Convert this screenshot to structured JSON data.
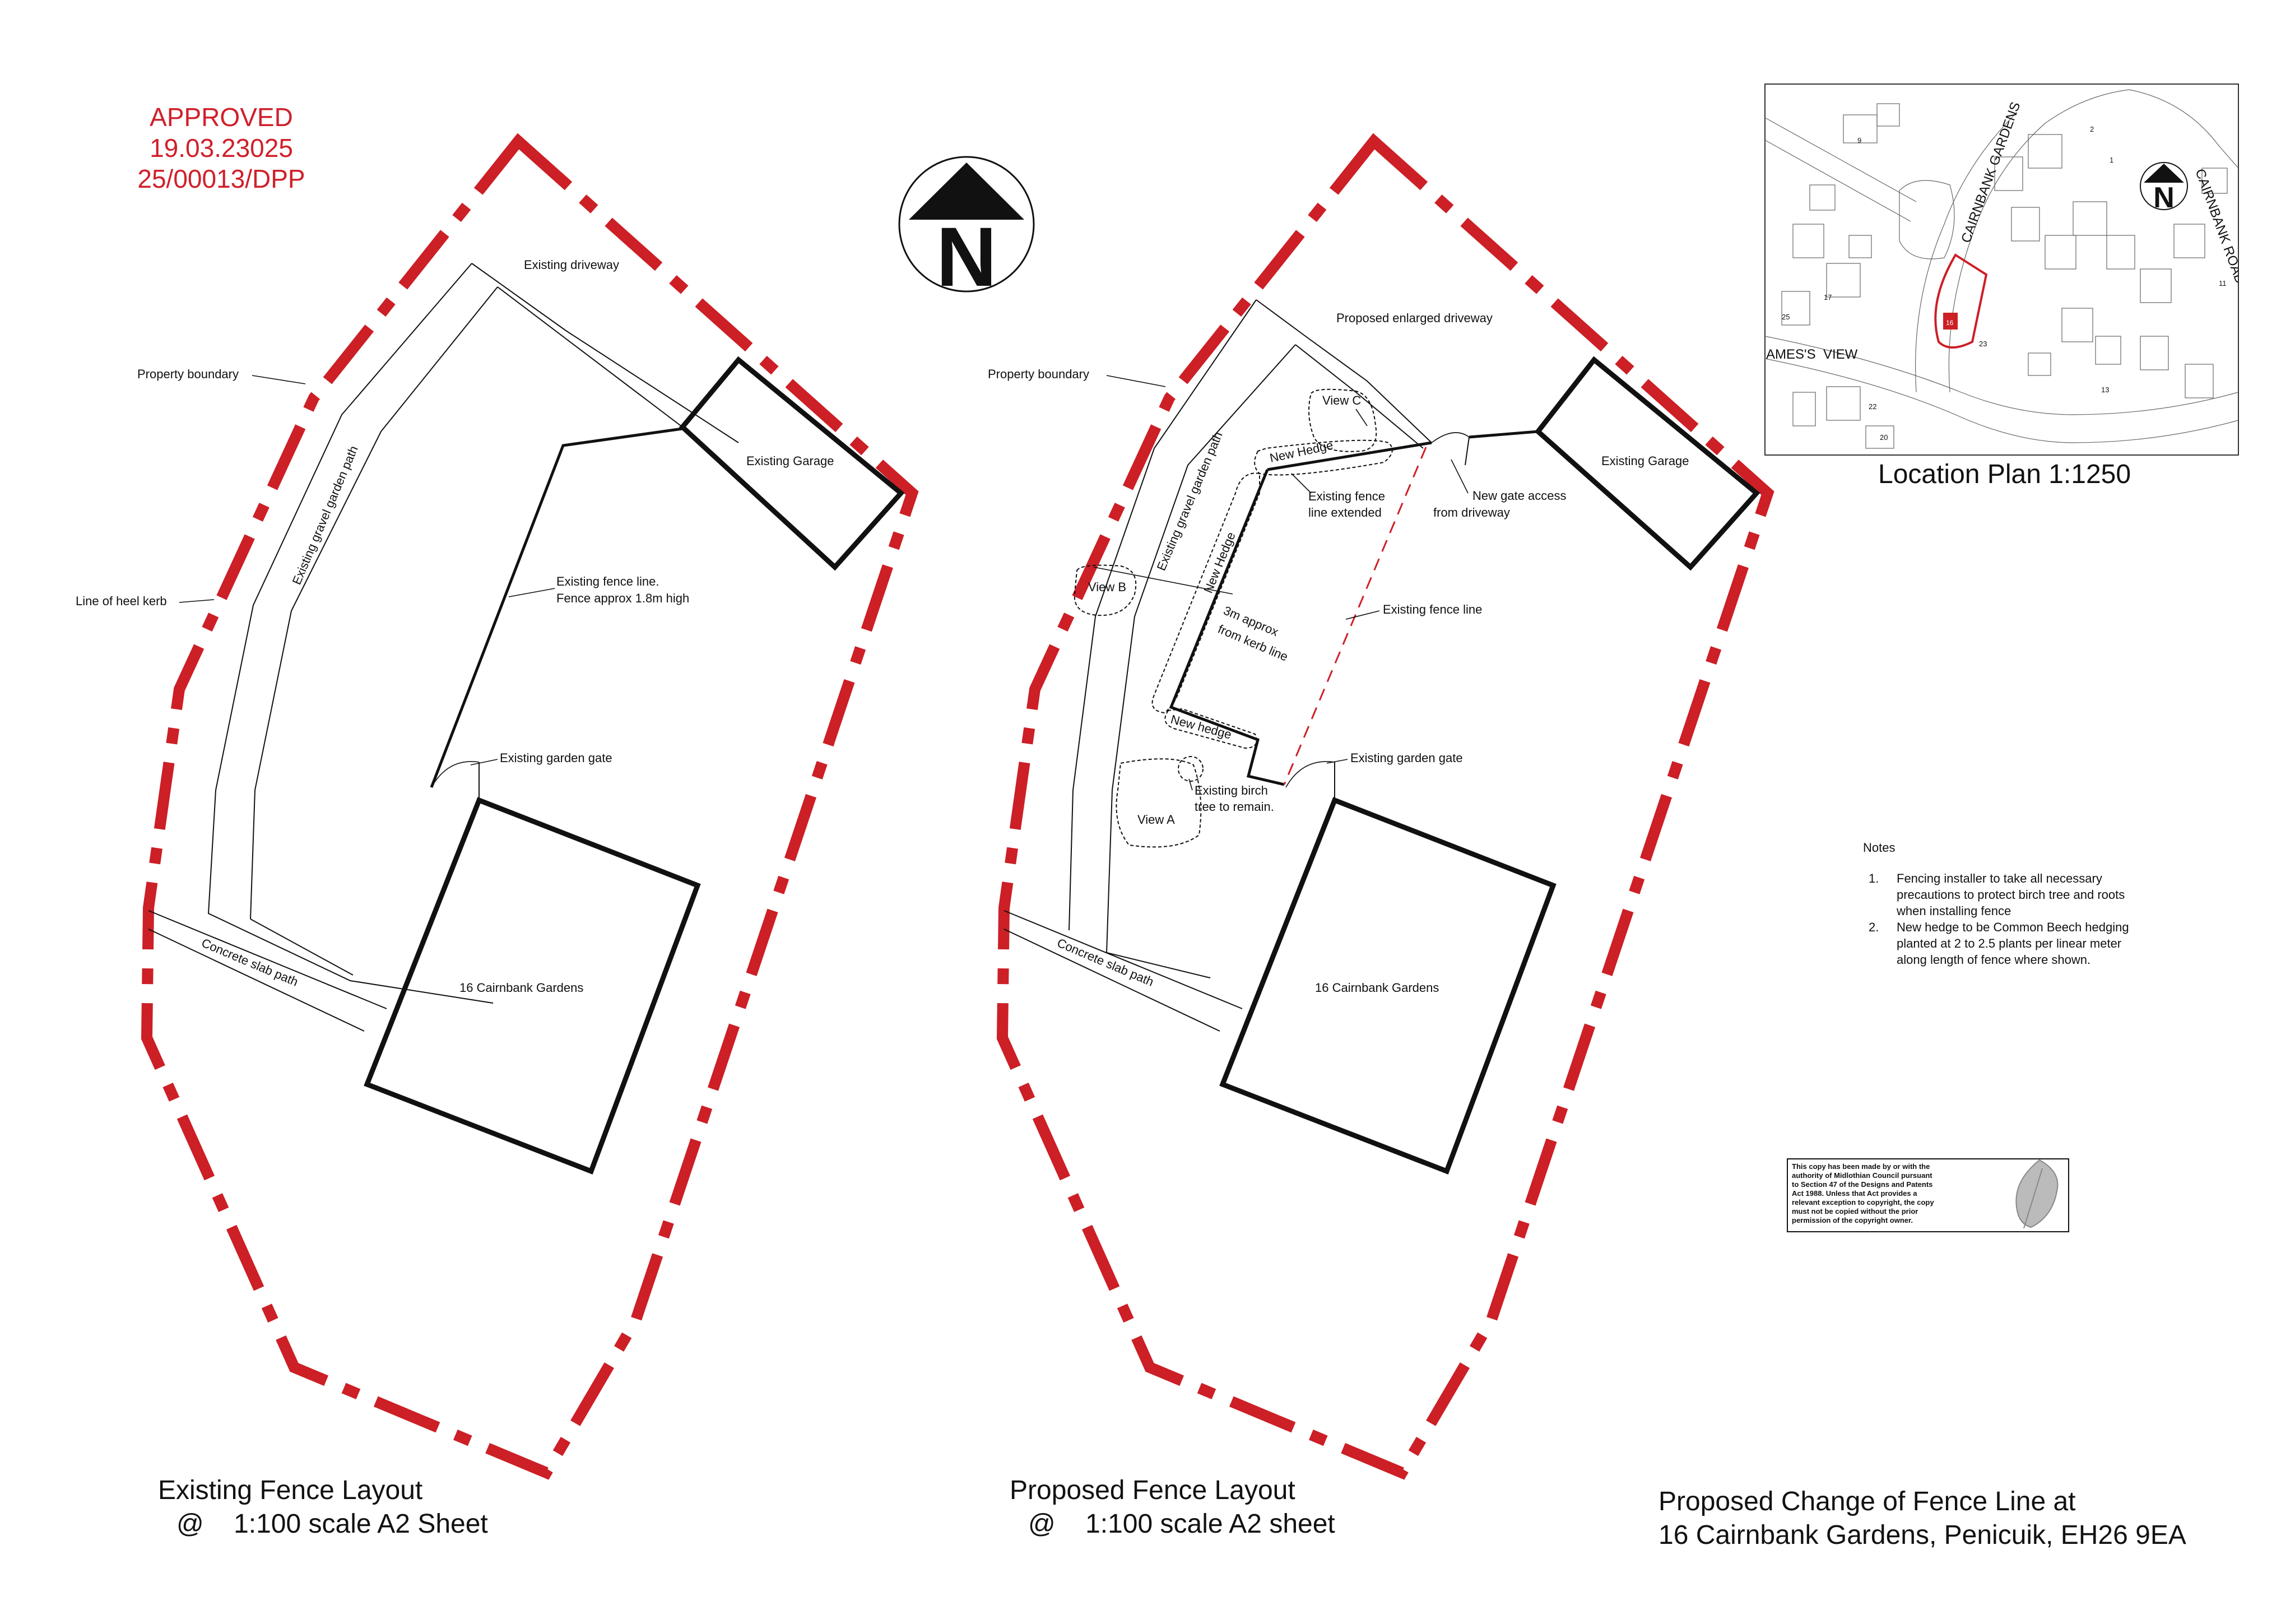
{
  "stamp": {
    "line1": "APPROVED",
    "line2": "19.03.23025",
    "line3": "25/00013/DPP"
  },
  "north_label": "N",
  "existing": {
    "driveway": "Existing driveway",
    "property_boundary": "Property boundary",
    "gravel_path": "Existing gravel garden path",
    "heel_kerb": "Line of heel kerb",
    "garage": "Existing Garage",
    "fence_line_1": "Existing fence line.",
    "fence_line_2": "Fence approx 1.8m high",
    "garden_gate": "Existing garden gate",
    "slab_path": "Concrete slab path",
    "house": "16 Cairnbank Gardens",
    "title_1": "Existing Fence Layout",
    "title_2": "@    1:100 scale A2 Sheet"
  },
  "proposed": {
    "driveway": "Proposed enlarged driveway",
    "property_boundary": "Property boundary",
    "gravel_path": "Existing gravel garden path",
    "view_c": "View C",
    "view_b": "View B",
    "view_a": "View A",
    "new_hedge_top": "New Hedge",
    "new_hedge_side": "New Hedge",
    "new_hedge_bottom": "New hedge",
    "fence_extended_1": "Existing fence",
    "fence_extended_2": "line extended",
    "gate_access_1": "New gate access",
    "gate_access_2": "from driveway",
    "garage": "Existing Garage",
    "kerb_dist_1": "3m approx",
    "kerb_dist_2": "from kerb line",
    "fence_line": "Existing fence line",
    "garden_gate": "Existing garden gate",
    "birch_1": "Existing birch",
    "birch_2": "tree to remain.",
    "slab_path": "Concrete slab path",
    "house": "16 Cairnbank Gardens",
    "title_1": "Proposed Fence Layout",
    "title_2": "@    1:100 scale A2 sheet"
  },
  "location_plan": {
    "title": "Location Plan 1:1250",
    "street_1": "CAIRNBANK GARDENS",
    "street_2": "CAIRNBANK ROAD",
    "street_3": "AMES'S  VIEW",
    "site_number": "16",
    "nums": [
      "9",
      "25",
      "17",
      "23",
      "13",
      "22",
      "20",
      "2",
      "1",
      "11"
    ]
  },
  "notes": {
    "heading": "Notes",
    "n1_num": "1.",
    "n1_l1": "Fencing installer to take all necessary",
    "n1_l2": "precautions to protect birch tree and roots",
    "n1_l3": "when installing fence",
    "n2_num": "2.",
    "n2_l1": "New hedge to be Common Beech hedging",
    "n2_l2": "planted at 2 to 2.5 plants per linear meter",
    "n2_l3": "along length of fence where shown."
  },
  "copyright": {
    "l1": "This copy has been made by or with the",
    "l2": "authority of Midlothian Council pursuant",
    "l3": "to Section 47 of the Designs and Patents",
    "l4": "Act 1988. Unless that Act provides a",
    "l5": "relevant exception to copyright, the copy",
    "l6": "must not be copied without the prior",
    "l7": "permission of the copyright owner."
  },
  "project": {
    "line1": "Proposed Change of Fence Line at",
    "line2": "16 Cairnbank Gardens, Penicuik, EH26 9EA"
  },
  "colors": {
    "boundary": "#cc1f26",
    "stamp": "#d0202a",
    "ink": "#111111"
  }
}
